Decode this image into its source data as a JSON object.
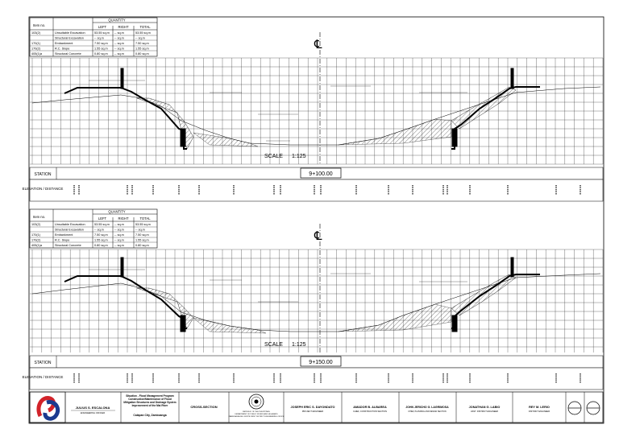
{
  "sections": [
    {
      "id": "upper",
      "station": "9+100.00",
      "scale_label": "SCALE",
      "scale_value": "1:125",
      "centerline_symbol": "℄",
      "row_station_label": "STATION",
      "row_elevation_label": "ELEVATION / DISTANCE",
      "qty_table": {
        "item_header": "Item no.",
        "quantity_header": "QUANTITY",
        "col_headers": [
          "LEFT",
          "RIGHT",
          "TOTAL"
        ],
        "rows": [
          {
            "item": "103(2)",
            "desc": "Unsuitable Excavation",
            "left": "53.55 sq.m",
            "right": "-- sq.m",
            "total": "53.55 sq.m"
          },
          {
            "item": "",
            "desc": "Structural Excavation",
            "left": "-- sq.m",
            "right": "-- sq.m",
            "total": "-- sq.m"
          },
          {
            "item": "170(1)",
            "desc": "Embankment",
            "left": "7.50 sq.m",
            "right": "-- sq.m",
            "total": "7.50 sq.m"
          },
          {
            "item": "170(2)",
            "desc": "R.C. Slope",
            "left": "1.55 sq.m",
            "right": "-- sq.m",
            "total": "1.55 sq.m"
          },
          {
            "item": "405(1)a",
            "desc": "Structural Concrete",
            "left": "0.80 sq.m",
            "right": "-- sq.m",
            "total": "0.80 sq.m"
          }
        ]
      }
    },
    {
      "id": "lower",
      "station": "9+150.00",
      "scale_label": "SCALE",
      "scale_value": "1:125",
      "centerline_symbol": "℄",
      "row_station_label": "STATION",
      "row_elevation_label": "ELEVATION / DISTANCE",
      "qty_table": {
        "item_header": "Item no.",
        "quantity_header": "QUANTITY",
        "col_headers": [
          "LEFT",
          "RIGHT",
          "TOTAL"
        ],
        "rows": [
          {
            "item": "103(2)",
            "desc": "Unsuitable Excavation",
            "left": "53.55 sq.m",
            "right": "-- sq.m",
            "total": "53.55 sq.m"
          },
          {
            "item": "",
            "desc": "Structural Excavation",
            "left": "-- sq.m",
            "right": "-- sq.m",
            "total": "-- sq.m"
          },
          {
            "item": "170(1)",
            "desc": "Embankment",
            "left": "7.50 sq.m",
            "right": "-- sq.m",
            "total": "7.50 sq.m"
          },
          {
            "item": "170(2)",
            "desc": "R.C. Slope",
            "left": "1.55 sq.m",
            "right": "-- sq.m",
            "total": "1.55 sq.m"
          },
          {
            "item": "405(1)a",
            "desc": "Structural Concrete",
            "left": "0.80 sq.m",
            "right": "-- sq.m",
            "total": "0.80 sq.m"
          }
        ]
      }
    }
  ],
  "title_block": {
    "project_lines": [
      "Situation - Flood Management Program",
      "Construction/Maintenance of Flood",
      "Mitigation Structures and Drainage System",
      "Improvement of the Mai River"
    ],
    "location": "Calapan City, Zamboanga",
    "sheet_content": "CROSS-SECTION",
    "agency_lines": [
      "REPUBLIC OF THE PHILIPPINES",
      "DEPARTMENT OF PUBLIC WORKS AND HIGHWAYS",
      "ZAMBOANGA DEL NORTE FIRST DISTRICT ENGINEERING OFFICE"
    ],
    "signatories": [
      {
        "name": "JULIUS S. ESCALONA",
        "role": "ENGINEERING OFFICER"
      },
      {
        "name": "JOSEPH ERIC S. DAYONDATO",
        "role": "PROJECT ENGINEER"
      },
      {
        "name": "AMADOR B. ALBAREA",
        "role": "CHIEF, CONSTRUCTION SECTION"
      },
      {
        "name": "JOHN JERICHO G. LAGRIMOSA",
        "role": "CHIEF, PLANNING AND DESIGN SECTION"
      },
      {
        "name": "JONATHAN G. LABIO",
        "role": "ASST. DISTRICT ENGINEER"
      },
      {
        "name": "REY M. LERIO",
        "role": "DISTRICT ENGINEER"
      }
    ],
    "logo_colors": {
      "red": "#d2232a",
      "blue": "#1b3a8f"
    }
  }
}
